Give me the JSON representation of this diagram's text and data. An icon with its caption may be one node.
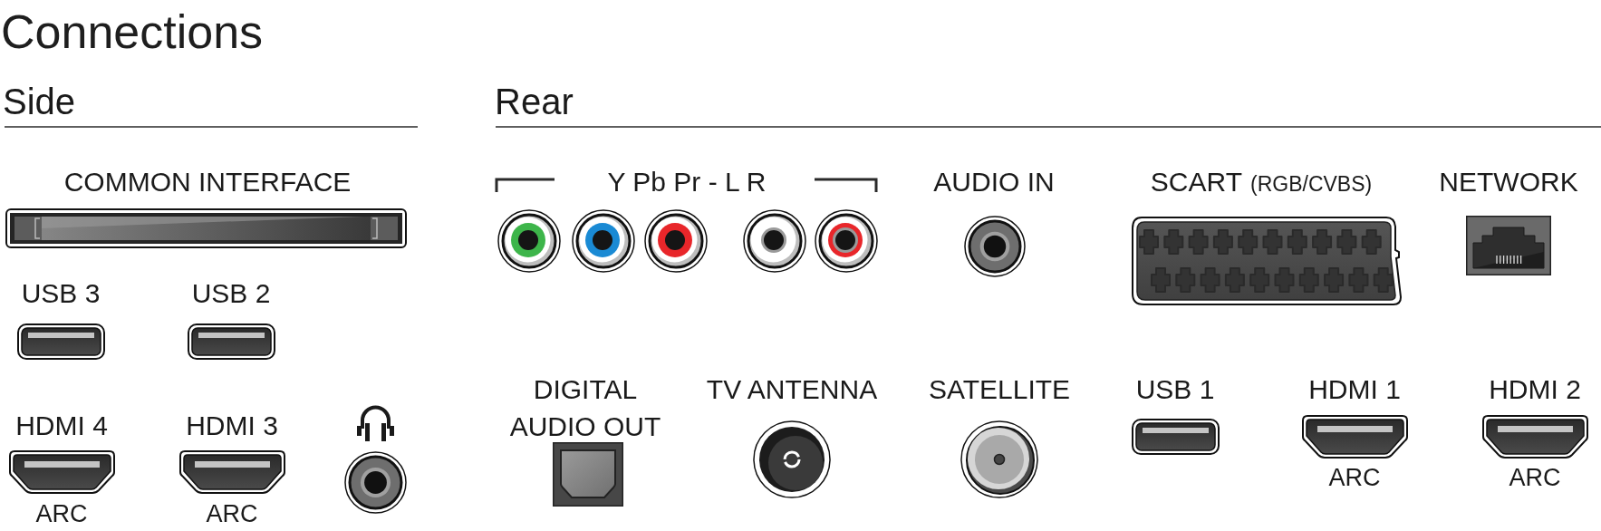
{
  "diagram": {
    "title": "Connections",
    "labels": [
      "Side",
      "COMMON INTERFACE",
      "USB 3",
      "USB 2",
      "HDMI 4",
      "HDMI 3",
      "ARC",
      "ARC",
      "Rear",
      "Y Pb Pr - L R",
      "AUDIO IN",
      "SCART",
      "(RGB/CVBS)",
      "NETWORK",
      "DIGITAL AUDIO OUT",
      "TV ANTENNA",
      "SATELLITE",
      "USB 1",
      "HDMI 1",
      "HDMI 2",
      "ARC",
      "ARC"
    ]
  }
}
